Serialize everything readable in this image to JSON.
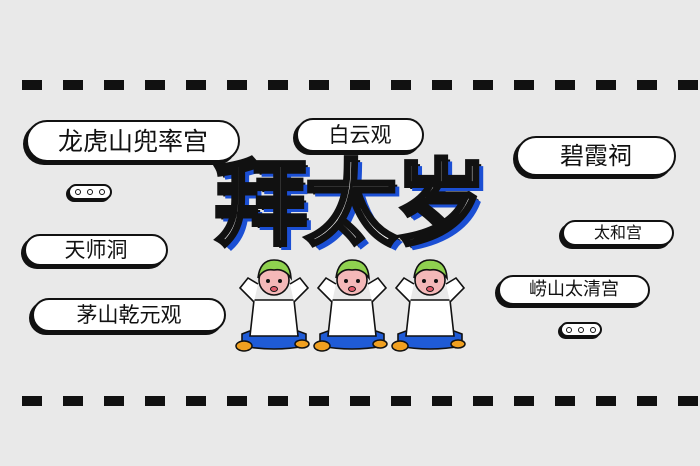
{
  "title": "拜太岁",
  "temples": {
    "longhushan": "龙虎山兜率宫",
    "baiyunguan": "白云观",
    "bixiaci": "碧霞祠",
    "tianshidong": "天师洞",
    "taihegong": "太和宫",
    "maoshan": "茅山乾元观",
    "laoshan": "崂山太清宫"
  },
  "colors": {
    "background": "#e9e9e9",
    "accent_blue": "#1b4fd4",
    "hair_green": "#8fd14f",
    "pants_blue": "#1f5bd6",
    "shoe_orange": "#f0a020",
    "skin_pink": "#f4b8b8"
  }
}
